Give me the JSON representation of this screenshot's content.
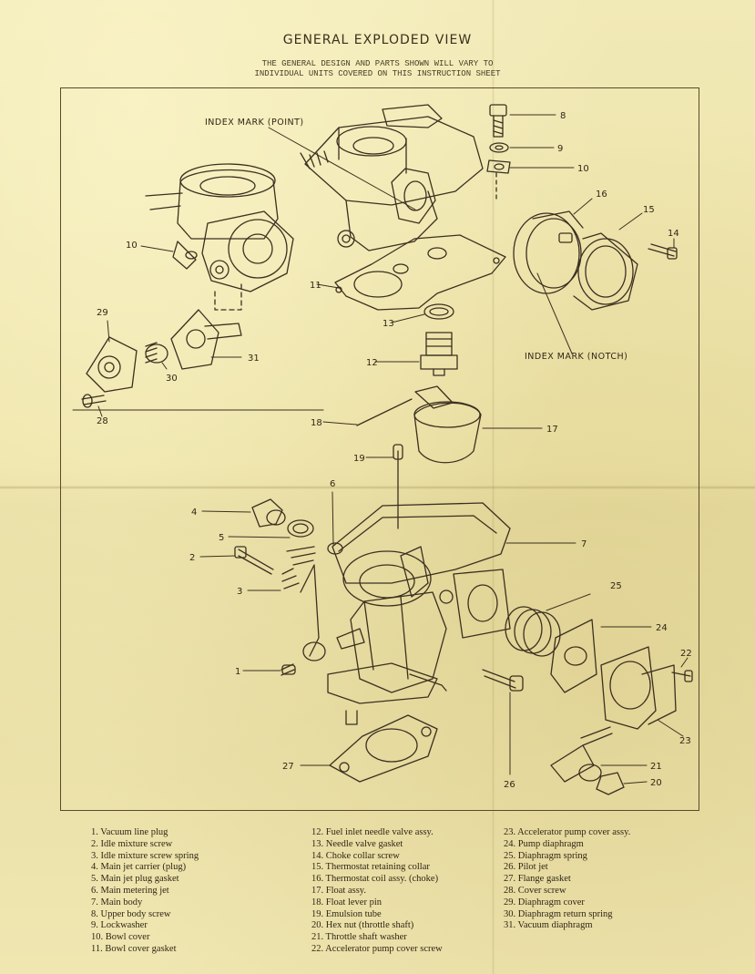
{
  "title": "GENERAL EXPLODED VIEW",
  "subtitle_line1": "THE GENERAL DESIGN AND PARTS SHOWN WILL VARY TO",
  "subtitle_line2": "INDIVIDUAL UNITS COVERED ON THIS INSTRUCTION SHEET",
  "marks": {
    "index_point": "INDEX MARK (POINT)",
    "index_notch": "INDEX MARK (NOTCH)"
  },
  "callouts": [
    "8",
    "9",
    "10",
    "16",
    "15",
    "14",
    "10",
    "11",
    "13",
    "12",
    "29",
    "30",
    "31",
    "28",
    "18",
    "17",
    "19",
    "6",
    "4",
    "5",
    "7",
    "2",
    "3",
    "25",
    "24",
    "22",
    "1",
    "23",
    "27",
    "21",
    "20",
    "26"
  ],
  "legend": {
    "col1": [
      "1. Vacuum line plug",
      "2. Idle mixture screw",
      "3. Idle mixture screw spring",
      "4. Main jet carrier (plug)",
      "5. Main jet plug gasket",
      "6. Main metering jet",
      "7. Main body",
      "8. Upper body screw",
      "9. Lockwasher",
      "10. Bowl cover",
      "11. Bowl cover gasket"
    ],
    "col2": [
      "12. Fuel inlet needle valve assy.",
      "13. Needle valve gasket",
      "14. Choke collar screw",
      "15. Thermostat retaining collar",
      "16. Thermostat coil assy. (choke)",
      "17. Float assy.",
      "18. Float lever pin",
      "19. Emulsion tube",
      "20. Hex nut (throttle shaft)",
      "21. Throttle shaft washer",
      "22. Accelerator pump cover screw"
    ],
    "col3": [
      "23. Accelerator pump cover assy.",
      "24. Pump diaphragm",
      "25. Diaphragm spring",
      "26. Pilot jet",
      "27. Flange gasket",
      "28. Cover screw",
      "29. Diaphragm cover",
      "30. Diaphragm return spring",
      "31. Vacuum diaphragm"
    ]
  }
}
